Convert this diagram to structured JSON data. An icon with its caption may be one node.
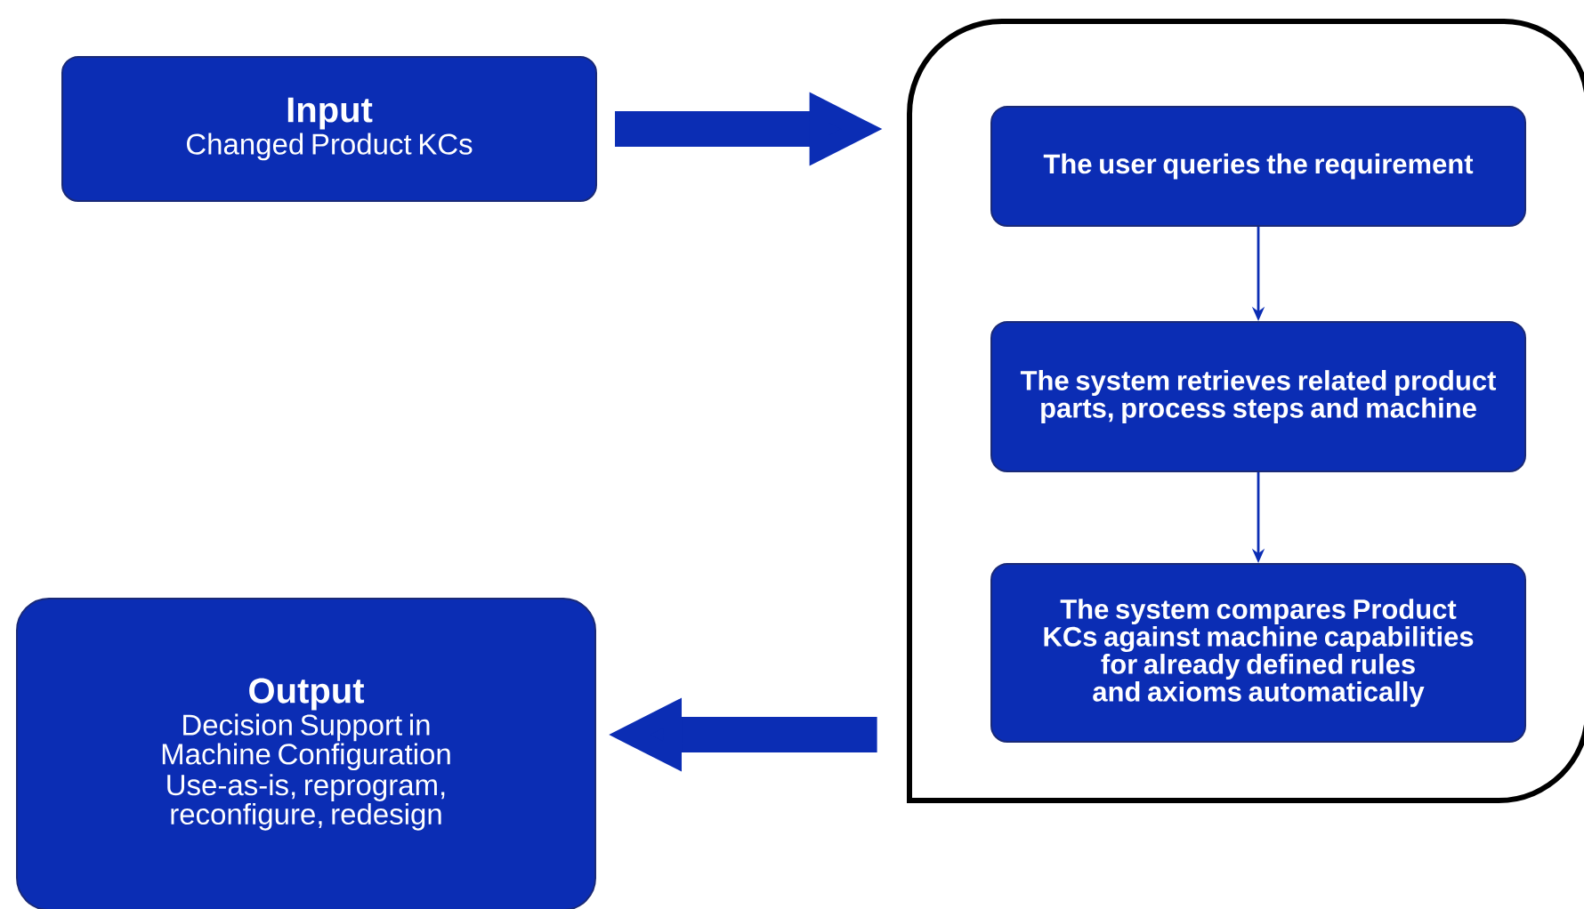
{
  "diagram": {
    "nodes": [
      {
        "text": [
          "Input",
          "Changed Product KCs"
        ]
      },
      {
        "text": [],
        "shape": "box"
      },
      {
        "text": [
          "The user queries the requirement"
        ],
        "in": 1
      },
      {
        "text": [
          "The system retrieves related product parts, process steps and machine"
        ],
        "in": 1
      },
      {
        "text": [
          "The system compares Product KCs against machine capabilities for already defined rules and axioms automatically"
        ],
        "in": 1
      },
      {
        "text": [
          "Output",
          "Decision Support in Machine Configuration",
          "Use-as-is, reprogram, reconfigure, redesign"
        ]
      }
    ],
    "edges": [
      {
        "from": 0,
        "to": 1,
        "arrow": "to",
        "style": "thick"
      },
      {
        "from": 2,
        "to": 3,
        "arrow": "to"
      },
      {
        "from": 3,
        "to": 4,
        "arrow": "to"
      },
      {
        "from": 1,
        "to": 5,
        "arrow": "to",
        "style": "thick"
      }
    ]
  }
}
